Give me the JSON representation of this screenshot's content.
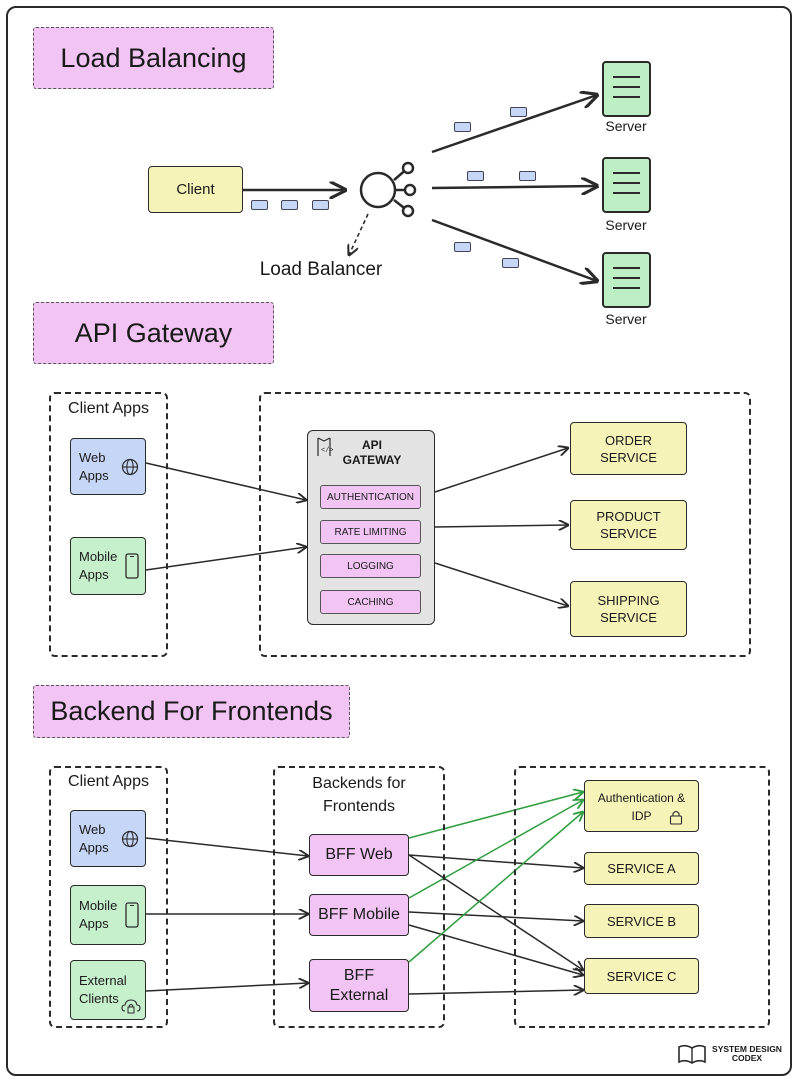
{
  "sections": {
    "load_balancing": "Load Balancing",
    "api_gateway": "API Gateway",
    "bff": "Backend For Frontends"
  },
  "lb": {
    "client": "Client",
    "balancer": "Load Balancer",
    "servers": [
      "Server",
      "Server",
      "Server"
    ]
  },
  "api": {
    "client_apps": "Client Apps",
    "web_apps": "Web\nApps",
    "mobile_apps": "Mobile\nApps",
    "gateway_title": "API\nGATEWAY",
    "features": [
      "AUTHENTICATION",
      "RATE LIMITING",
      "LOGGING",
      "CACHING"
    ],
    "services": [
      "ORDER\nSERVICE",
      "PRODUCT\nSERVICE",
      "SHIPPING\nSERVICE"
    ]
  },
  "bff": {
    "client_apps": "Client Apps",
    "web_apps": "Web\nApps",
    "mobile_apps": "Mobile\nApps",
    "external_clients": "External\nClients",
    "backends_title": "Backends for\nFrontends",
    "bff_web": "BFF Web",
    "bff_mobile": "BFF Mobile",
    "bff_external": "BFF\nExternal",
    "auth_idp": "Authentication &\nIDP",
    "service_a": "SERVICE A",
    "service_b": "SERVICE B",
    "service_c": "SERVICE C"
  },
  "logo": "SYSTEM DESIGN\nCODEX",
  "colors": {
    "pink": "#f2c4f4",
    "yellow": "#f6f3b8",
    "blue": "#c6d6f6",
    "green": "#c6f0cc",
    "green_arrow": "#2e9e3e"
  }
}
